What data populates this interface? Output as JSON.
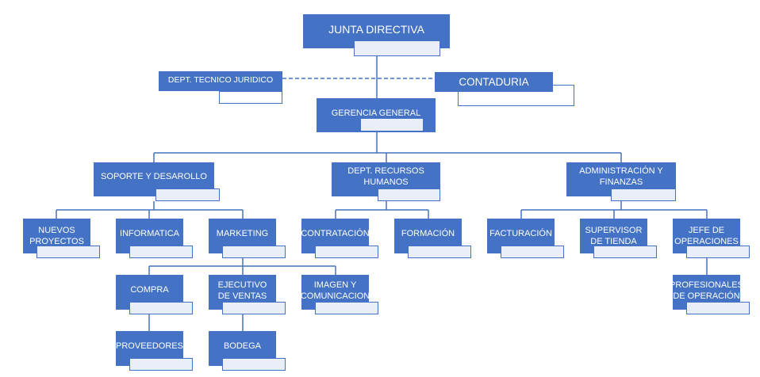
{
  "colors": {
    "node_fill": "#4472c4",
    "node_text": "#ffffff",
    "subbox_fill": "#e9eef7",
    "connector": "#4472c4"
  },
  "nodes": {
    "junta": "JUNTA DIRECTIVA",
    "tecnico": "DEPT. TECNICO JURIDICO",
    "contaduria": "CONTADURIA",
    "gerencia": "GERENCIA GENERAL",
    "soporte": "SOPORTE Y DESAROLLO",
    "rrhh": "DEPT. RECURSOS HUMANOS",
    "admin": "ADMINISTRACIÓN Y FINANZAS",
    "nuevos": "NUEVOS PROYECTOS",
    "informatica": "INFORMATICA",
    "marketing": "MARKETING",
    "contratacion": "CONTRATACIÓN",
    "formacion": "FORMACIÓN",
    "facturacion": "FACTURACIÓN",
    "supervisor": "SUPERVISOR DE TIENDA",
    "jefe": "JEFE DE OPERACIONES",
    "compra": "COMPRA",
    "ejecutivo": "EJECUTIVO DE VENTAS",
    "imagen": "IMAGEN Y COMUNICACION",
    "profesionales": "PROFESIONALES DE OPERACIÓN",
    "proveedores": "PROVEEDORES",
    "bodega": "BODEGA"
  }
}
